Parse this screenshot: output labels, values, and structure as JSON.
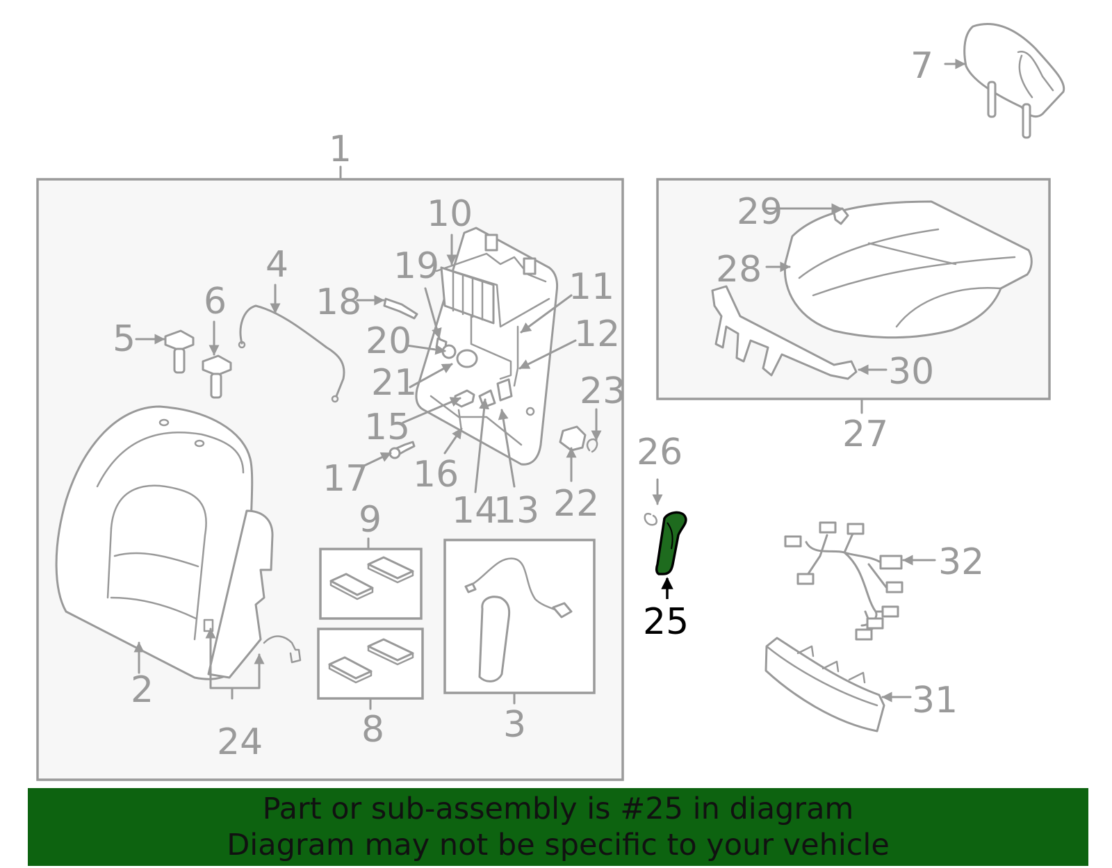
{
  "banner": {
    "line1": "Part or sub-assembly is #25 in diagram",
    "line2": "Diagram may not be specific to your vehicle",
    "background_color": "#0d6310"
  },
  "highlight": {
    "part_number": "25",
    "part_color": "#1e6b1e"
  },
  "callouts": {
    "c1": "1",
    "c2": "2",
    "c3": "3",
    "c4": "4",
    "c5": "5",
    "c6": "6",
    "c7": "7",
    "c8": "8",
    "c9": "9",
    "c10": "10",
    "c11": "11",
    "c12": "12",
    "c13": "13",
    "c14": "14",
    "c15": "15",
    "c16": "16",
    "c17": "17",
    "c18": "18",
    "c19": "19",
    "c20": "20",
    "c21": "21",
    "c22": "22",
    "c23": "23",
    "c24": "24",
    "c25": "25",
    "c26": "26",
    "c27": "27",
    "c28": "28",
    "c29": "29",
    "c30": "30",
    "c31": "31",
    "c32": "32"
  }
}
